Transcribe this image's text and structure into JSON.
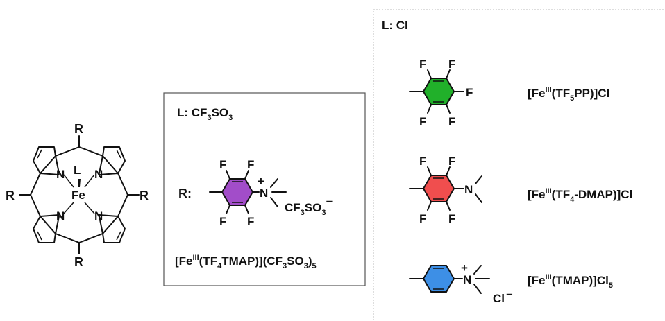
{
  "porphyrin": {
    "metal": "Fe",
    "axial_ligand": "L",
    "nitrogen": "N",
    "substituent": "R",
    "metal_color": "#f0901e"
  },
  "box_tf4tmap": {
    "ligand_label": "L: CF",
    "ligand_sub3": "3",
    "ligand_so": "SO",
    "ligand_sub3b": "3",
    "r_label": "R:",
    "fluorine": "F",
    "nitrogen": "N",
    "plus": "+",
    "counter_cf": "CF",
    "counter_sub3": "3",
    "counter_so": "SO",
    "counter_sub3b": "3",
    "counter_minus": "−",
    "ring_color": "#a24dc9",
    "name": {
      "prefix": "[Fe",
      "ox": "III",
      "a": "(TF",
      "sub4": "4",
      "b": "TMAP)](CF",
      "sub3": "3",
      "c": "SO",
      "sub3b": "3",
      "d": ")",
      "sub5": "5"
    }
  },
  "box_cl": {
    "ligand_label": "L: Cl",
    "fluorine": "F",
    "nitrogen": "N",
    "plus": "+",
    "chloride": "Cl",
    "chloride_minus": "−",
    "ring_colors": {
      "tf5pp": "#21b02a",
      "tf4dmap": "#f04e4e",
      "tmap": "#3d8fe6"
    },
    "name_tf5pp": {
      "prefix": "[Fe",
      "ox": "III",
      "a": "(TF",
      "sub": "5",
      "b": "PP)]Cl"
    },
    "name_tf4dmap": {
      "prefix": "[Fe",
      "ox": "III",
      "a": "(TF",
      "sub": "4",
      "b": "-DMAP)]Cl"
    },
    "name_tmap": {
      "prefix": "[Fe",
      "ox": "III",
      "a": "(TMAP)]Cl",
      "sub": "5"
    }
  }
}
